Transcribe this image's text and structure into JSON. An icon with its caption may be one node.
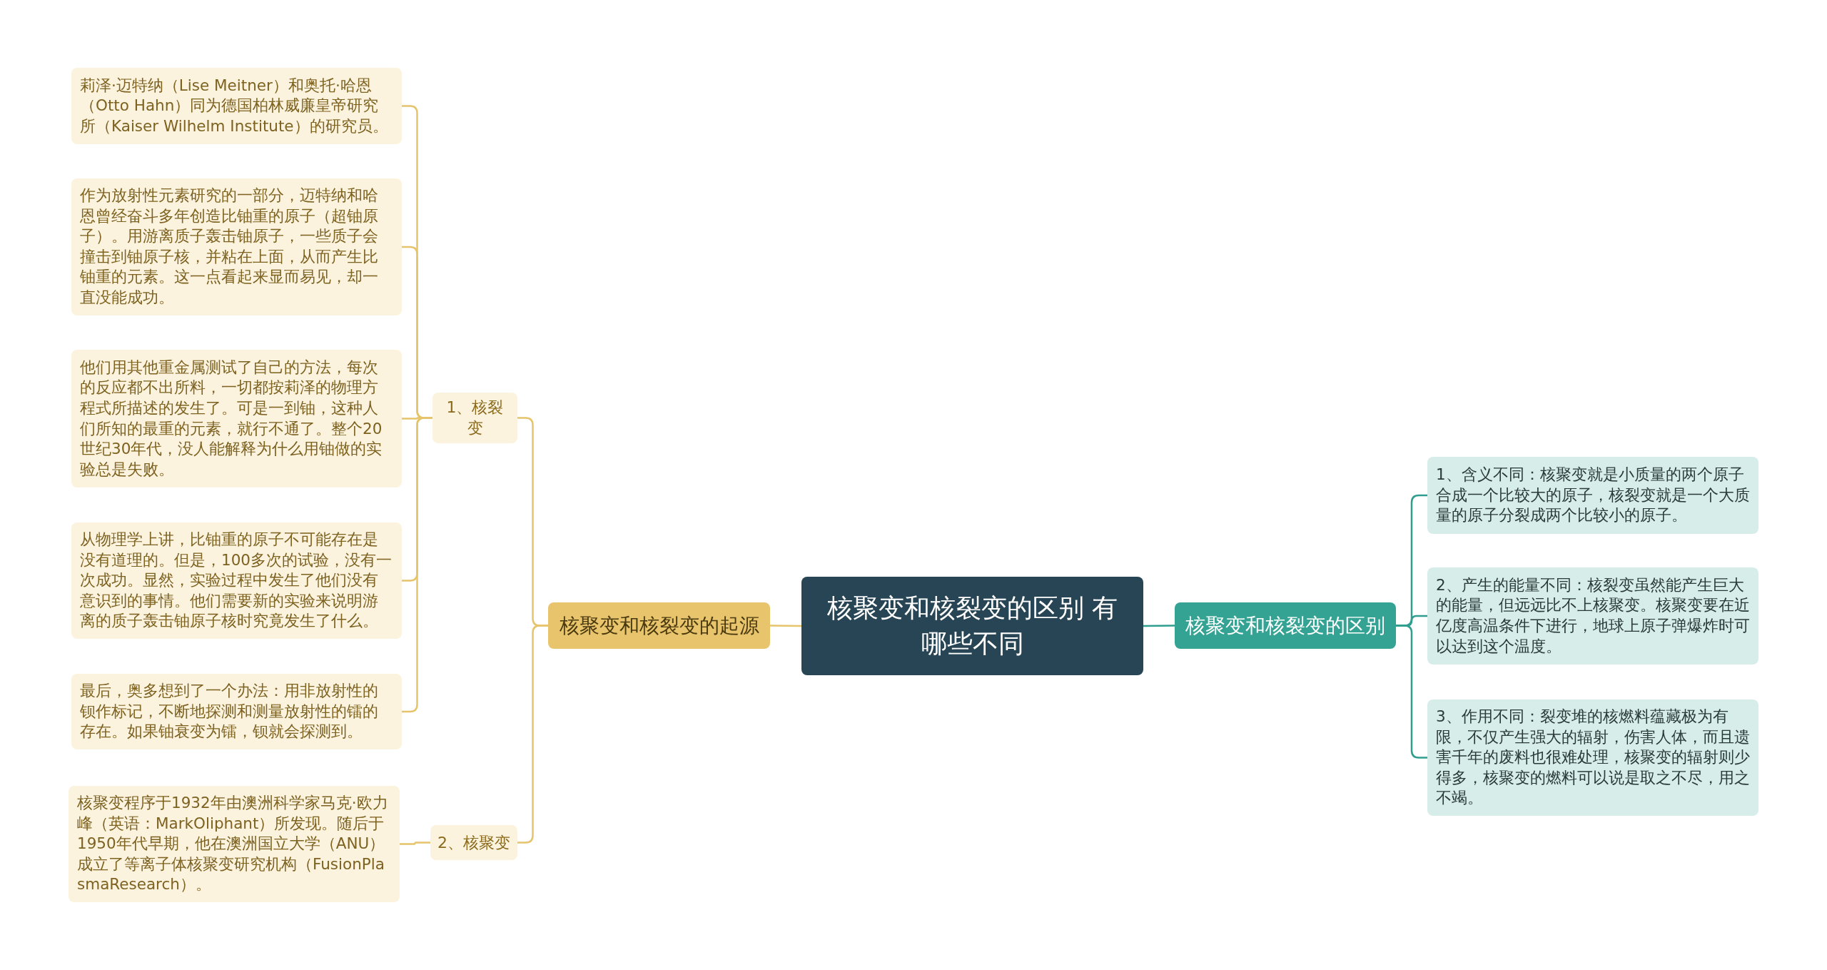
{
  "diagram": {
    "nodes": [
      {
        "text": [
          "核聚变和核裂变的区别 有哪些不同"
        ]
      },
      {
        "text": [
          "核聚变和核裂变的起源"
        ]
      },
      {
        "text": [
          "1、核裂变"
        ]
      },
      {
        "text": [
          "2、核聚变"
        ]
      },
      {
        "text": [
          "莉泽·迈特纳（Lise Meitner）和奥托·哈恩（Otto Hahn）同为德国柏林威廉皇帝研究所（Kaiser Wilhelm Institute）的研究员。"
        ]
      },
      {
        "text": [
          "作为放射性元素研究的一部分，迈特纳和哈恩曾经奋斗多年创造比铀重的原子（超铀原子）。用游离质子轰击铀原子，一些质子会撞击到铀原子核，并粘在上面，从而产生比铀重的元素。这一点看起来显而易见，却一直没能成功。"
        ]
      },
      {
        "text": [
          "他们用其他重金属测试了自己的方法，每次的反应都不出所料，一切都按莉泽的物理方程式所描述的发生了。可是一到铀，这种人们所知的最重的元素，就行不通了。整个20世纪30年代，没人能解释为什么用铀做的实验总是失败。"
        ]
      },
      {
        "text": [
          "从物理学上讲，比铀重的原子不可能存在是没有道理的。但是，100多次的试验，没有一次成功。显然，实验过程中发生了他们没有意识到的事情。他们需要新的实验来说明游离的质子轰击铀原子核时究竟发生了什么。"
        ]
      },
      {
        "text": [
          "最后，奥多想到了一个办法：用非放射性的钡作标记，不断地探测和测量放射性的镭的存在。如果铀衰变为镭，钡就会探测到。"
        ]
      },
      {
        "text": [
          "核聚变程序于1932年由澳洲科学家马克·欧力峰（英语：MarkOliphant）所发现。随后于1950年代早期，他在澳洲国立大学（ANU）成立了等离子体核聚变研究机构（FusionPlasmaResearch）。"
        ]
      },
      {
        "text": [
          "核聚变和核裂变的区别"
        ]
      },
      {
        "text": [
          "1、含义不同：核聚变就是小质量的两个原子合成一个比较大的原子，核裂变就是一个大质量的原子分裂成两个比较小的原子。"
        ]
      },
      {
        "text": [
          "2、产生的能量不同：核裂变虽然能产生巨大的能量，但远远比不上核聚变。核聚变要在近亿度高温条件下进行，地球上原子弹爆炸时可以达到这个温度。"
        ]
      },
      {
        "text": [
          "3、作用不同：裂变堆的核燃料蕴藏极为有限，不仅产生强大的辐射，伤害人体，而且遗害千年的废料也很难处理，核聚变的辐射则少得多，核聚变的燃料可以说是取之不尽，用之不竭。"
        ]
      }
    ],
    "edges": [
      {
        "from": 0,
        "to": 1,
        "arrow": "none",
        "color": "#e6c46c"
      },
      {
        "from": 1,
        "to": 2,
        "arrow": "none",
        "color": "#e6c46c"
      },
      {
        "from": 2,
        "to": 4,
        "arrow": "none",
        "color": "#e6c46c"
      },
      {
        "from": 2,
        "to": 5,
        "arrow": "none",
        "color": "#e6c46c"
      },
      {
        "from": 2,
        "to": 6,
        "arrow": "none",
        "color": "#e6c46c"
      },
      {
        "from": 2,
        "to": 7,
        "arrow": "none",
        "color": "#e6c46c"
      },
      {
        "from": 2,
        "to": 8,
        "arrow": "none",
        "color": "#e6c46c"
      },
      {
        "from": 1,
        "to": 3,
        "arrow": "none",
        "color": "#e6c46c"
      },
      {
        "from": 3,
        "to": 9,
        "arrow": "none",
        "color": "#e6c46c"
      },
      {
        "from": 0,
        "to": 10,
        "arrow": "none",
        "color": "#2f9e8f"
      },
      {
        "from": 10,
        "to": 11,
        "arrow": "none",
        "color": "#2f9e8f"
      },
      {
        "from": 10,
        "to": 12,
        "arrow": "none",
        "color": "#2f9e8f"
      },
      {
        "from": 10,
        "to": 13,
        "arrow": "none",
        "color": "#2f9e8f"
      }
    ]
  }
}
